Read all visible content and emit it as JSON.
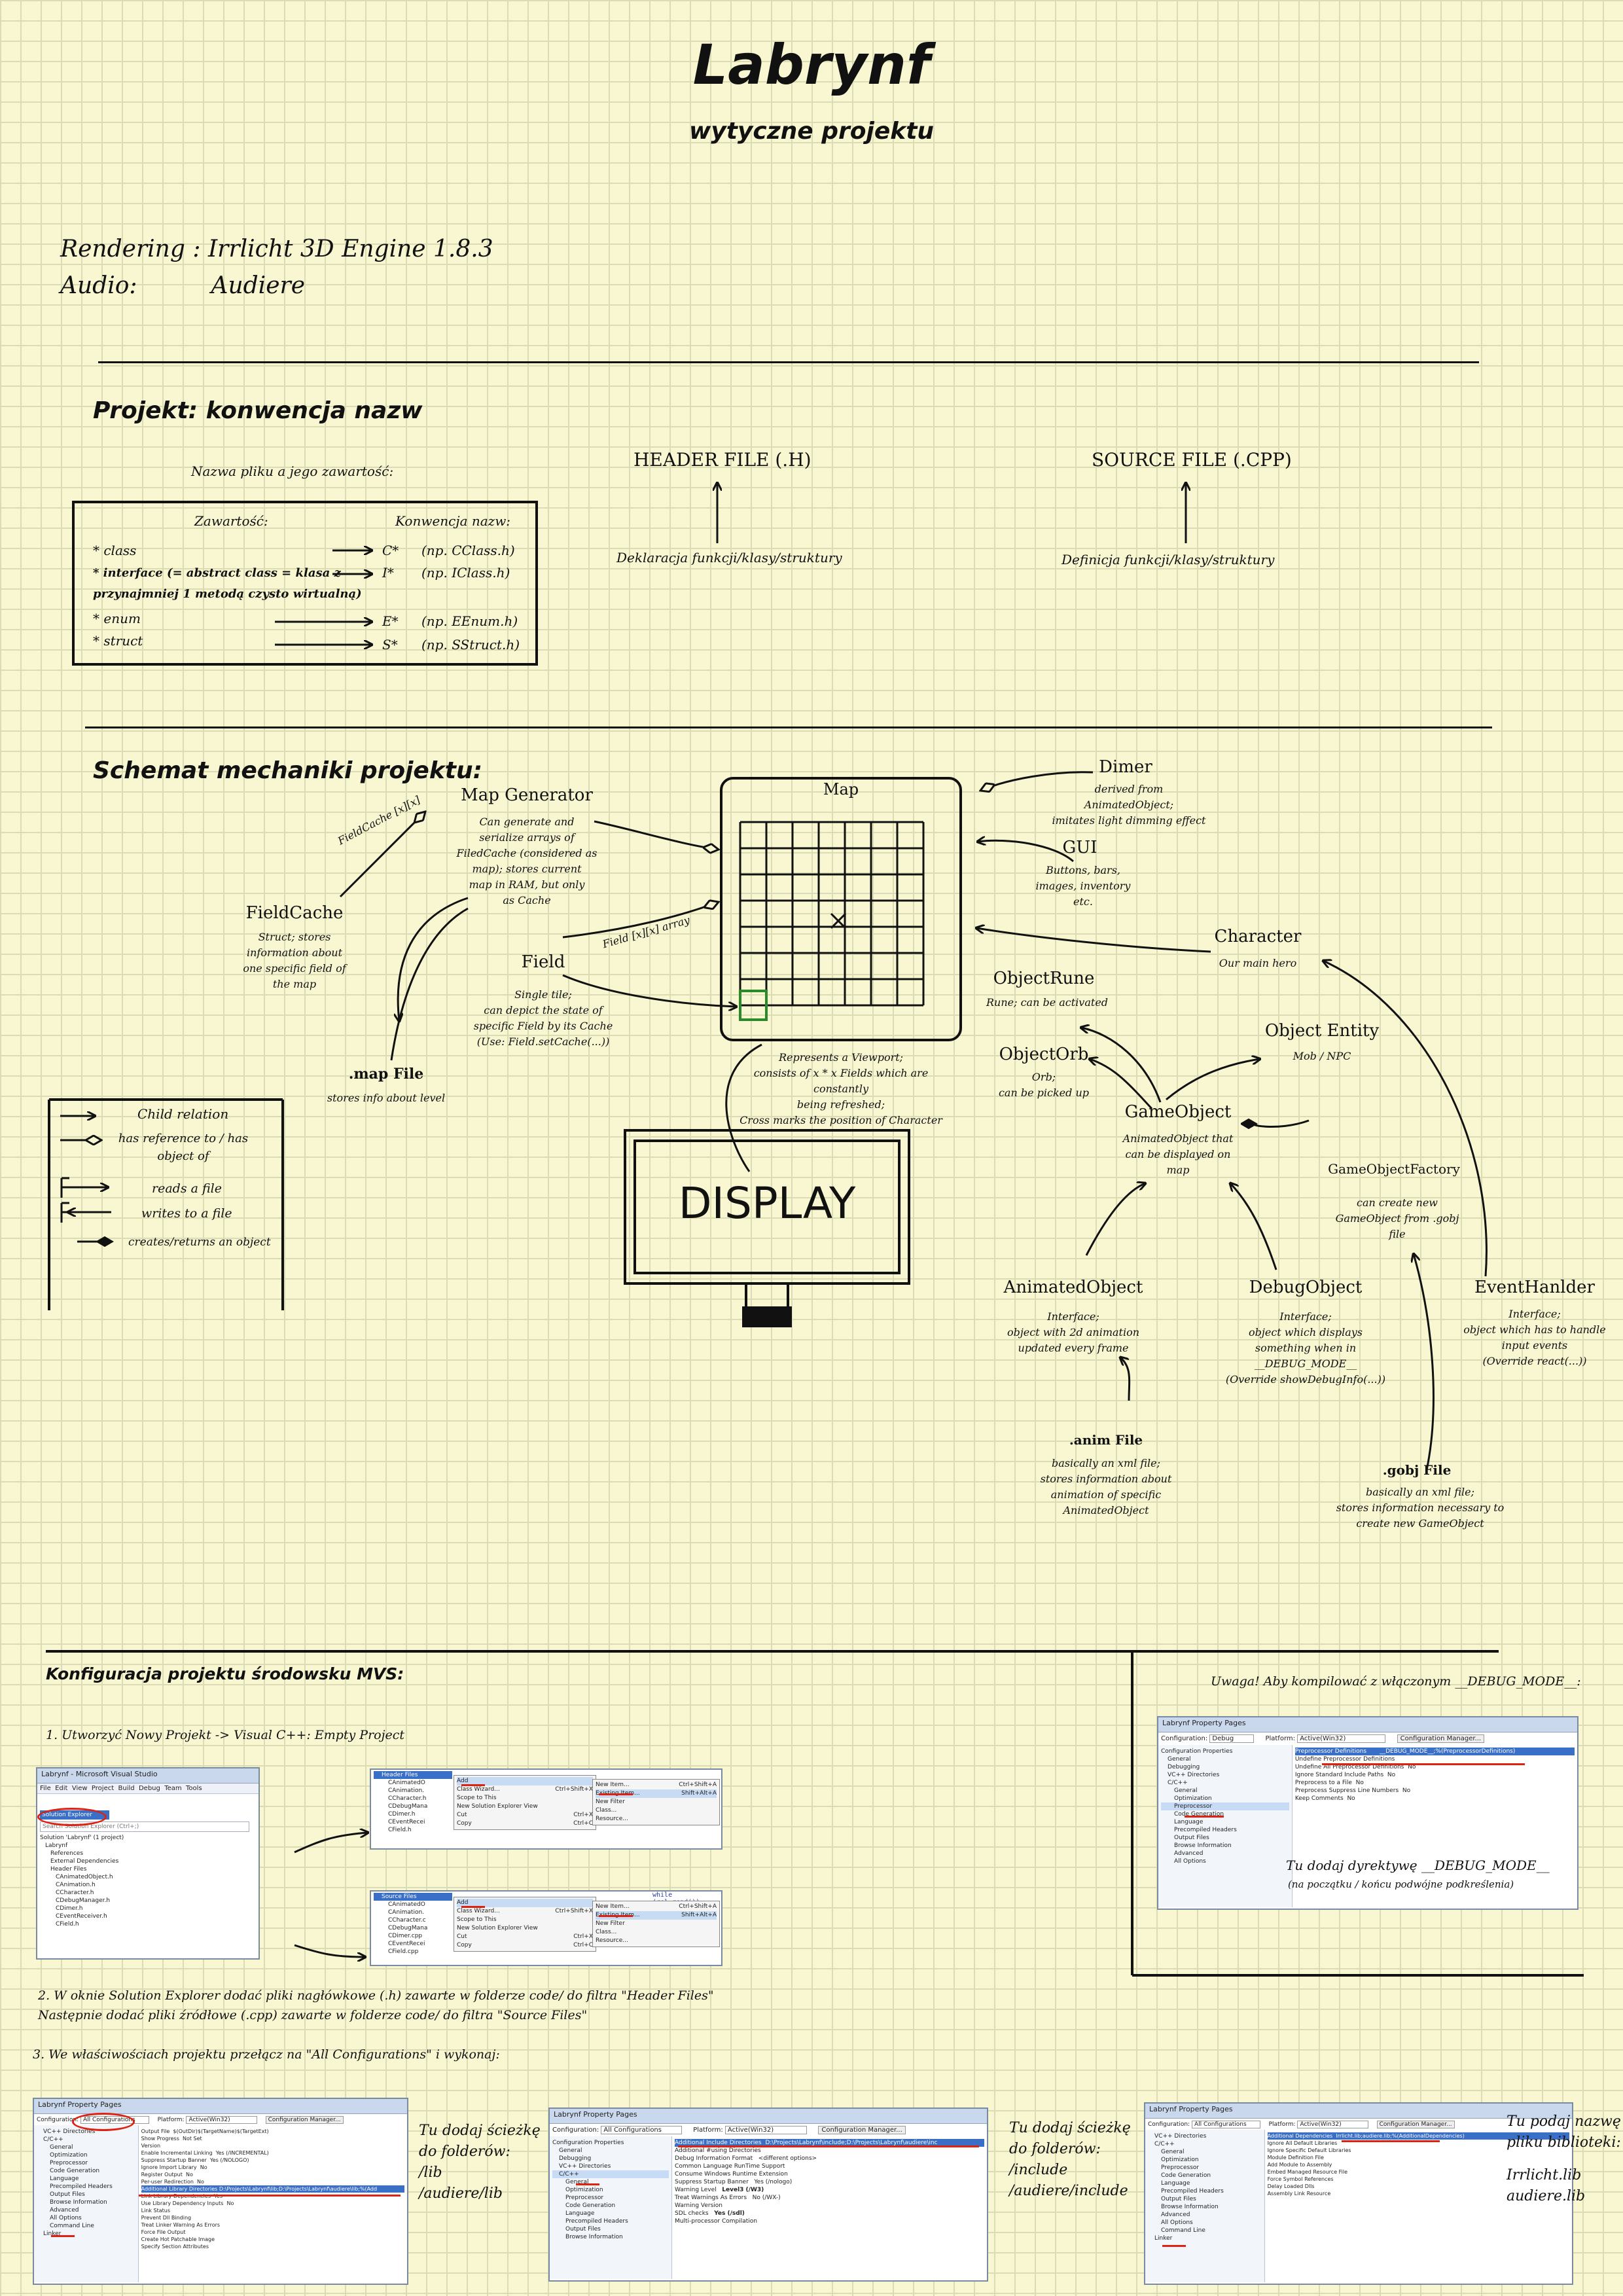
{
  "title": "Labrynf",
  "subtitle": "wytyczne projektu",
  "tech": {
    "rendering_label": "Rendering :",
    "rendering_value": "Irrlicht 3D Engine 1.8.3",
    "audio_label": "Audio:",
    "audio_value": "Audiere"
  },
  "naming": {
    "heading": "Projekt: konwencja nazw",
    "intro": "Nazwa pliku a jego zawartość:",
    "col_content": "Zawartość:",
    "col_convention": "Konwencja nazw:",
    "rows": [
      {
        "content": "* class",
        "prefix": "C*",
        "example": "(np. CClass.h)"
      },
      {
        "content": "* interface (= abstract class = klasa z",
        "prefix": "I*",
        "example": "(np. IClass.h)"
      },
      {
        "content": "przynajmniej 1 metodą czysto wirtualną)",
        "prefix": "",
        "example": ""
      },
      {
        "content": "* enum",
        "prefix": "E*",
        "example": "(np. EEnum.h)"
      },
      {
        "content": "* struct",
        "prefix": "S*",
        "example": "(np. SStruct.h)"
      }
    ],
    "header_file": "HEADER FILE (.H)",
    "header_desc": "Deklaracja funkcji/klasy/struktury",
    "source_file": "SOURCE FILE (.CPP)",
    "source_desc": "Definicja funkcji/klasy/struktury"
  },
  "schema": {
    "heading": "Schemat mechaniki projektu:",
    "map_label": "Map",
    "map_desc": [
      "Represents a Viewport;",
      "consists of x * x Fields which are constantly",
      "being refreshed;",
      "Cross marks the position of Character"
    ],
    "display_label": "DISPLAY",
    "nodes": {
      "map_generator": {
        "name": "Map Generator",
        "desc": [
          "Can generate and",
          "serialize arrays of",
          "FiledCache (considered as",
          "map); stores current",
          "map in RAM, but only",
          "as Cache"
        ]
      },
      "field_cache": {
        "name": "FieldCache",
        "desc": [
          "Struct; stores",
          "information about",
          "one specific field of",
          "the map"
        ]
      },
      "field": {
        "name": "Field",
        "desc": [
          "Single tile;",
          "can depict the state of",
          "specific Field by its Cache",
          "(Use: Field.setCache(...))"
        ]
      },
      "map_file": {
        "name": ".map File",
        "desc": [
          "stores info about level"
        ]
      },
      "dimer": {
        "name": "Dimer",
        "desc": [
          "derived from",
          "AnimatedObject;",
          "imitates light dimming effect"
        ]
      },
      "gui": {
        "name": "GUI",
        "desc": [
          "Buttons, bars,",
          "images, inventory",
          "etc."
        ]
      },
      "character": {
        "name": "Character",
        "desc": [
          "Our main hero"
        ]
      },
      "object_rune": {
        "name": "ObjectRune",
        "desc": [
          "Rune; can be activated"
        ]
      },
      "object_orb": {
        "name": "ObjectOrb",
        "desc": [
          "Orb;",
          "can be picked up"
        ]
      },
      "object_entity": {
        "name": "Object Entity",
        "desc": [
          "Mob / NPC"
        ]
      },
      "game_object": {
        "name": "GameObject",
        "desc": [
          "AnimatedObject that",
          "can be displayed on",
          "map"
        ]
      },
      "game_object_factory": {
        "name": "GameObjectFactory",
        "desc": [
          "can create new",
          "GameObject from .gobj",
          "file"
        ]
      },
      "animated_object": {
        "name": "AnimatedObject",
        "desc": [
          "Interface;",
          "object with 2d animation",
          "updated every frame"
        ]
      },
      "debug_object": {
        "name": "DebugObject",
        "desc": [
          "Interface;",
          "object which displays",
          "something when in",
          "__DEBUG_MODE__",
          "(Override showDebugInfo(...))"
        ]
      },
      "event_handler": {
        "name": "EventHanlder",
        "desc": [
          "Interface;",
          "object which has to handle",
          "input events",
          "(Override react(...))"
        ]
      },
      "anim_file": {
        "name": ".anim File",
        "desc": [
          "basically an xml file;",
          "stores information about",
          "animation of specific",
          "AnimatedObject"
        ]
      },
      "gobj_file": {
        "name": ".gobj File",
        "desc": [
          "basically an xml file;",
          "stores information necessary to",
          "create new GameObject"
        ]
      }
    },
    "edge_labels": {
      "fieldcache_array": "FieldCache [x][x]",
      "field_array": "Field [x][x] array"
    },
    "legend": [
      {
        "symbol": "arrow",
        "text": "Child relation"
      },
      {
        "symbol": "diamond",
        "text": "has reference to / has object of"
      },
      {
        "symbol": "F-read",
        "text": "reads a file"
      },
      {
        "symbol": "F-write",
        "text": "writes to a file"
      },
      {
        "symbol": "filled-diamond",
        "text": "creates/returns an object"
      }
    ]
  },
  "config": {
    "heading": "Konfiguracja projektu środowsku MVS:",
    "step1": "1. Utworzyć Nowy Projekt -> Visual C++: Empty Project",
    "step2_line1": "2. W oknie Solution Explorer dodać pliki nagłówkowe (.h) zawarte w folderze code/ do filtra \"Header Files\"",
    "step2_line2": "Następnie dodać pliki źródłowe (.cpp) zawarte w folderze code/ do filtra \"Source Files\"",
    "step3": "3. We właściwościach projektu przełącz na \"All Configurations\" i wykonaj:",
    "debug_note": "Uwaga! Aby kompilować z włączonym __DEBUG_MODE__:",
    "debug_hint": "Tu dodaj dyrektywę __DEBUG_MODE__",
    "debug_hint2": "(na początku / końcu podwójne podkreślenia)",
    "note_lib": [
      "Tu dodaj ścieżkę",
      "do folderów:",
      "/lib",
      "/audiere/lib"
    ],
    "note_include": [
      "Tu dodaj ścieżkę",
      "do folderów:",
      "/include",
      "/audiere/include"
    ],
    "note_libs": [
      "Tu podaj nazwę",
      "pliku biblioteki:",
      "Irrlicht.lib",
      "audiere.lib"
    ]
  },
  "screens": {
    "vs_title": "Labrynf - Microsoft Visual Studio",
    "vs_menu": [
      "File",
      "Edit",
      "View",
      "Project",
      "Build",
      "Debug",
      "Team",
      "Tools"
    ],
    "solution_explorer": "Solution Explorer",
    "search_placeholder": "Search Solution Explorer (Ctrl+;)",
    "solution_items": [
      "Solution 'Labrynf' (1 project)",
      "Labrynf",
      "References",
      "External Dependencies",
      "Header Files",
      "CAnimatedObject.h",
      "CAnimation.h",
      "CCharacter.h",
      "CDebugManager.h",
      "CDimer.h",
      "CEventReceiver.h",
      "CField.h"
    ],
    "header_filter": "Header Files",
    "source_filter": "Source Files",
    "ctx_menu": [
      "Add",
      "Class Wizard...",
      "Scope to This",
      "New Solution Explorer View",
      "Cut",
      "Copy"
    ],
    "ctx_shortcuts": [
      "",
      "Ctrl+Shift+X",
      "",
      "",
      "Ctrl+X",
      "Ctrl+C"
    ],
    "add_submenu": [
      "New Item...",
      "Existing Item...",
      "New Filter",
      "Class...",
      "Resource..."
    ],
    "add_shortcuts": [
      "Ctrl+Shift+A",
      "Shift+Alt+A",
      "",
      "",
      ""
    ],
    "header_tree": [
      "CAnimatedO",
      "CAnimation.",
      "CCharacter.h",
      "CDebugMana",
      "CDimer.h",
      "CEventRecei",
      "CField.h"
    ],
    "source_tree": [
      "CAnimatedO",
      "CAnimation.",
      "CCharacter.c",
      "CDebugMana",
      "CDimer.cpp",
      "CEventRecei",
      "CField.cpp"
    ],
    "code_snippet": "while (rel.read())",
    "prop_title": "Labrynf Property Pages",
    "config_label": "Configuration:",
    "config_all": "All Configurations",
    "config_debug": "Debug",
    "platform_label": "Platform:",
    "platform_value": "Active(Win32)",
    "config_mgr": "Configuration Manager...",
    "tree_items": [
      "Configuration Properties",
      "General",
      "Debugging",
      "VC++ Directories",
      "C/C++",
      "General",
      "Optimization",
      "Preprocessor",
      "Code Generation",
      "Language",
      "Precompiled Headers",
      "Output Files",
      "Browse Information",
      "Advanced",
      "All Options",
      "Command Line",
      "Linker"
    ],
    "pre_rows": [
      [
        "Preprocessor Definitions",
        "__DEBUG_MODE__;%(PreprocessorDefinitions)"
      ],
      [
        "Undefine Preprocessor Definitions",
        ""
      ],
      [
        "Undefine All Preprocessor Definitions",
        "No"
      ],
      [
        "Ignore Standard Include Paths",
        "No"
      ],
      [
        "Preprocess to a File",
        "No"
      ],
      [
        "Preprocess Suppress Line Numbers",
        "No"
      ],
      [
        "Keep Comments",
        "No"
      ]
    ],
    "lib_rows": [
      [
        "Output File",
        "$(OutDir)$(TargetName)$(TargetExt)"
      ],
      [
        "Show Progress",
        "Not Set"
      ],
      [
        "Version",
        ""
      ],
      [
        "Enable Incremental Linking",
        "Yes (/INCREMENTAL)"
      ],
      [
        "Suppress Startup Banner",
        "Yes (/NOLOGO)"
      ],
      [
        "Ignore Import Library",
        "No"
      ],
      [
        "Register Output",
        "No"
      ],
      [
        "Per-user Redirection",
        "No"
      ],
      [
        "Additional Library Directories",
        "D:\\Projects\\Labrynf\\lib;D:\\Projects\\Labrynf\\audiere\\lib;%(Add"
      ],
      [
        "Link Library Dependencies",
        "Yes"
      ],
      [
        "Use Library Dependency Inputs",
        "No"
      ],
      [
        "Link Status",
        ""
      ],
      [
        "Prevent Dll Binding",
        ""
      ],
      [
        "Treat Linker Warning As Errors",
        ""
      ],
      [
        "Force File Output",
        ""
      ],
      [
        "Create Hot Patchable Image",
        ""
      ],
      [
        "Specify Section Attributes",
        ""
      ]
    ],
    "inc_rows": [
      [
        "Additional Include Directories",
        "D:\\Projects\\Labrynf\\include;D:\\Projects\\Labrynf\\audiere\\inc"
      ],
      [
        "Additional #using Directories",
        ""
      ],
      [
        "Debug Information Format",
        "<different options>"
      ],
      [
        "Common Language RunTime Support",
        ""
      ],
      [
        "Consume Windows Runtime Extension",
        ""
      ],
      [
        "Suppress Startup Banner",
        "Yes (/nologo)"
      ],
      [
        "Warning Level",
        "Level3 (/W3)"
      ],
      [
        "Treat Warnings As Errors",
        "No (/WX-)"
      ],
      [
        "Warning Version",
        ""
      ],
      [
        "SDL checks",
        "Yes (/sdl)"
      ],
      [
        "Multi-processor Compilation",
        ""
      ]
    ],
    "dep_rows": [
      [
        "Additional Dependencies",
        "Irrlicht.lib;audiere.lib;%(AdditionalDependencies)"
      ],
      [
        "Ignore All Default Libraries",
        ""
      ],
      [
        "Ignore Specific Default Libraries",
        ""
      ],
      [
        "Module Definition File",
        ""
      ],
      [
        "Add Module to Assembly",
        ""
      ],
      [
        "Embed Managed Resource File",
        ""
      ],
      [
        "Force Symbol References",
        ""
      ],
      [
        "Delay Loaded Dlls",
        ""
      ],
      [
        "Assembly Link Resource",
        ""
      ]
    ]
  }
}
